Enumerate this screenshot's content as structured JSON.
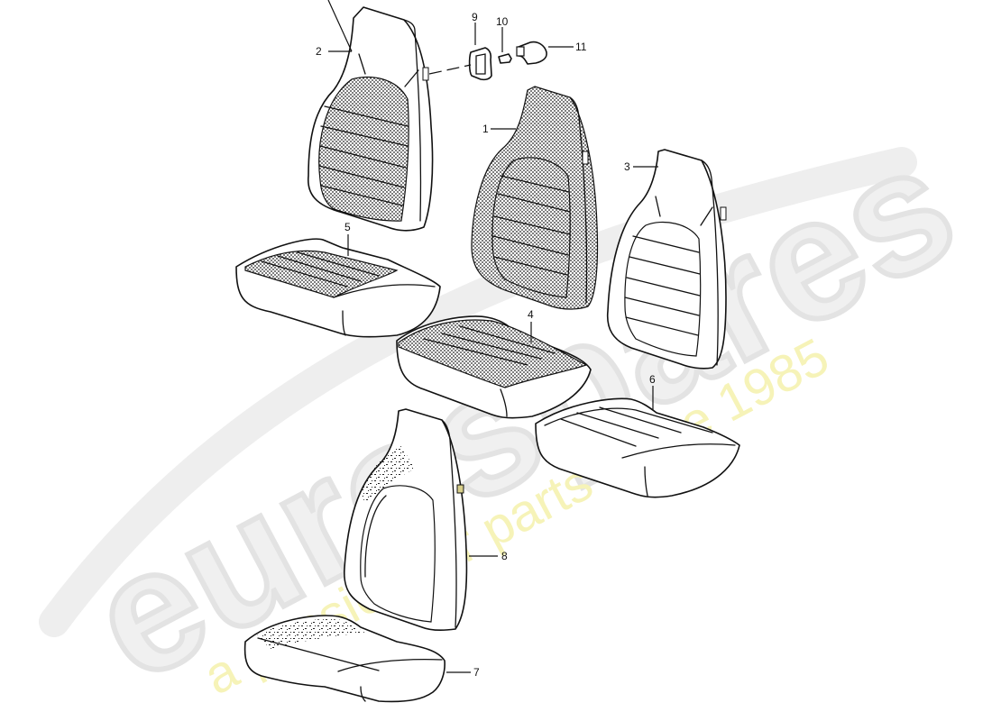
{
  "diagram": {
    "subject": "Seat covers exploded view",
    "style": "line-art parts diagram",
    "background": "#ffffff",
    "line_color": "#111111"
  },
  "watermark": {
    "brand": "eurospares",
    "tagline": "a passion for parts since 1985",
    "brand_color": "#e3e3e3",
    "tagline_color": "#f6f3b8"
  },
  "parts": [
    {
      "number": "1",
      "label": "1",
      "description": "backrest cover, perforated (center)"
    },
    {
      "number": "2",
      "label": "2",
      "description": "backrest cover, perforated center panel (upper left)"
    },
    {
      "number": "3",
      "label": "3",
      "description": "backrest cover, plain"
    },
    {
      "number": "4",
      "label": "4",
      "description": "seat cushion cover, perforated"
    },
    {
      "number": "5",
      "label": "5",
      "description": "seat cushion cover, perforated center"
    },
    {
      "number": "6",
      "label": "6",
      "description": "seat cushion cover, plain"
    },
    {
      "number": "7",
      "label": "7",
      "description": "seat cushion cover, textured"
    },
    {
      "number": "8",
      "label": "8",
      "description": "backrest cover, textured sides"
    },
    {
      "number": "9",
      "label": "9",
      "description": "trim bezel"
    },
    {
      "number": "10",
      "label": "10",
      "description": "clip"
    },
    {
      "number": "11",
      "label": "11",
      "description": "knob / cap"
    }
  ],
  "callouts": {
    "c1": "1",
    "c2": "2",
    "c3": "3",
    "c4": "4",
    "c5": "5",
    "c6": "6",
    "c7": "7",
    "c8": "8",
    "c9": "9",
    "c10": "10",
    "c11": "11"
  }
}
